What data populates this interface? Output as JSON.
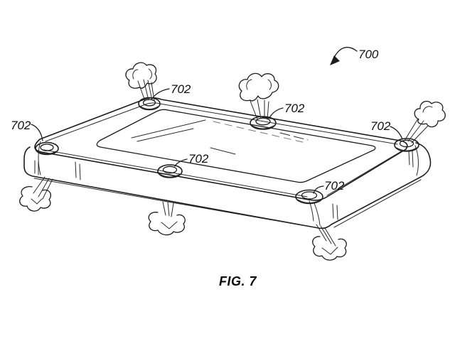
{
  "figure": {
    "caption": "FIG. 7",
    "device_ref": {
      "text": "700"
    },
    "port_refs": [
      {
        "text": "702",
        "position": "left-corner-port"
      },
      {
        "text": "702",
        "position": "top-left-port"
      },
      {
        "text": "702",
        "position": "top-middle-port"
      },
      {
        "text": "702",
        "position": "right-corner-port"
      },
      {
        "text": "702",
        "position": "center-front-port"
      },
      {
        "text": "702",
        "position": "bottom-right-port"
      }
    ],
    "colors": {
      "background": "#ffffff",
      "line": "#1d1d1d",
      "text": "#101010"
    }
  }
}
